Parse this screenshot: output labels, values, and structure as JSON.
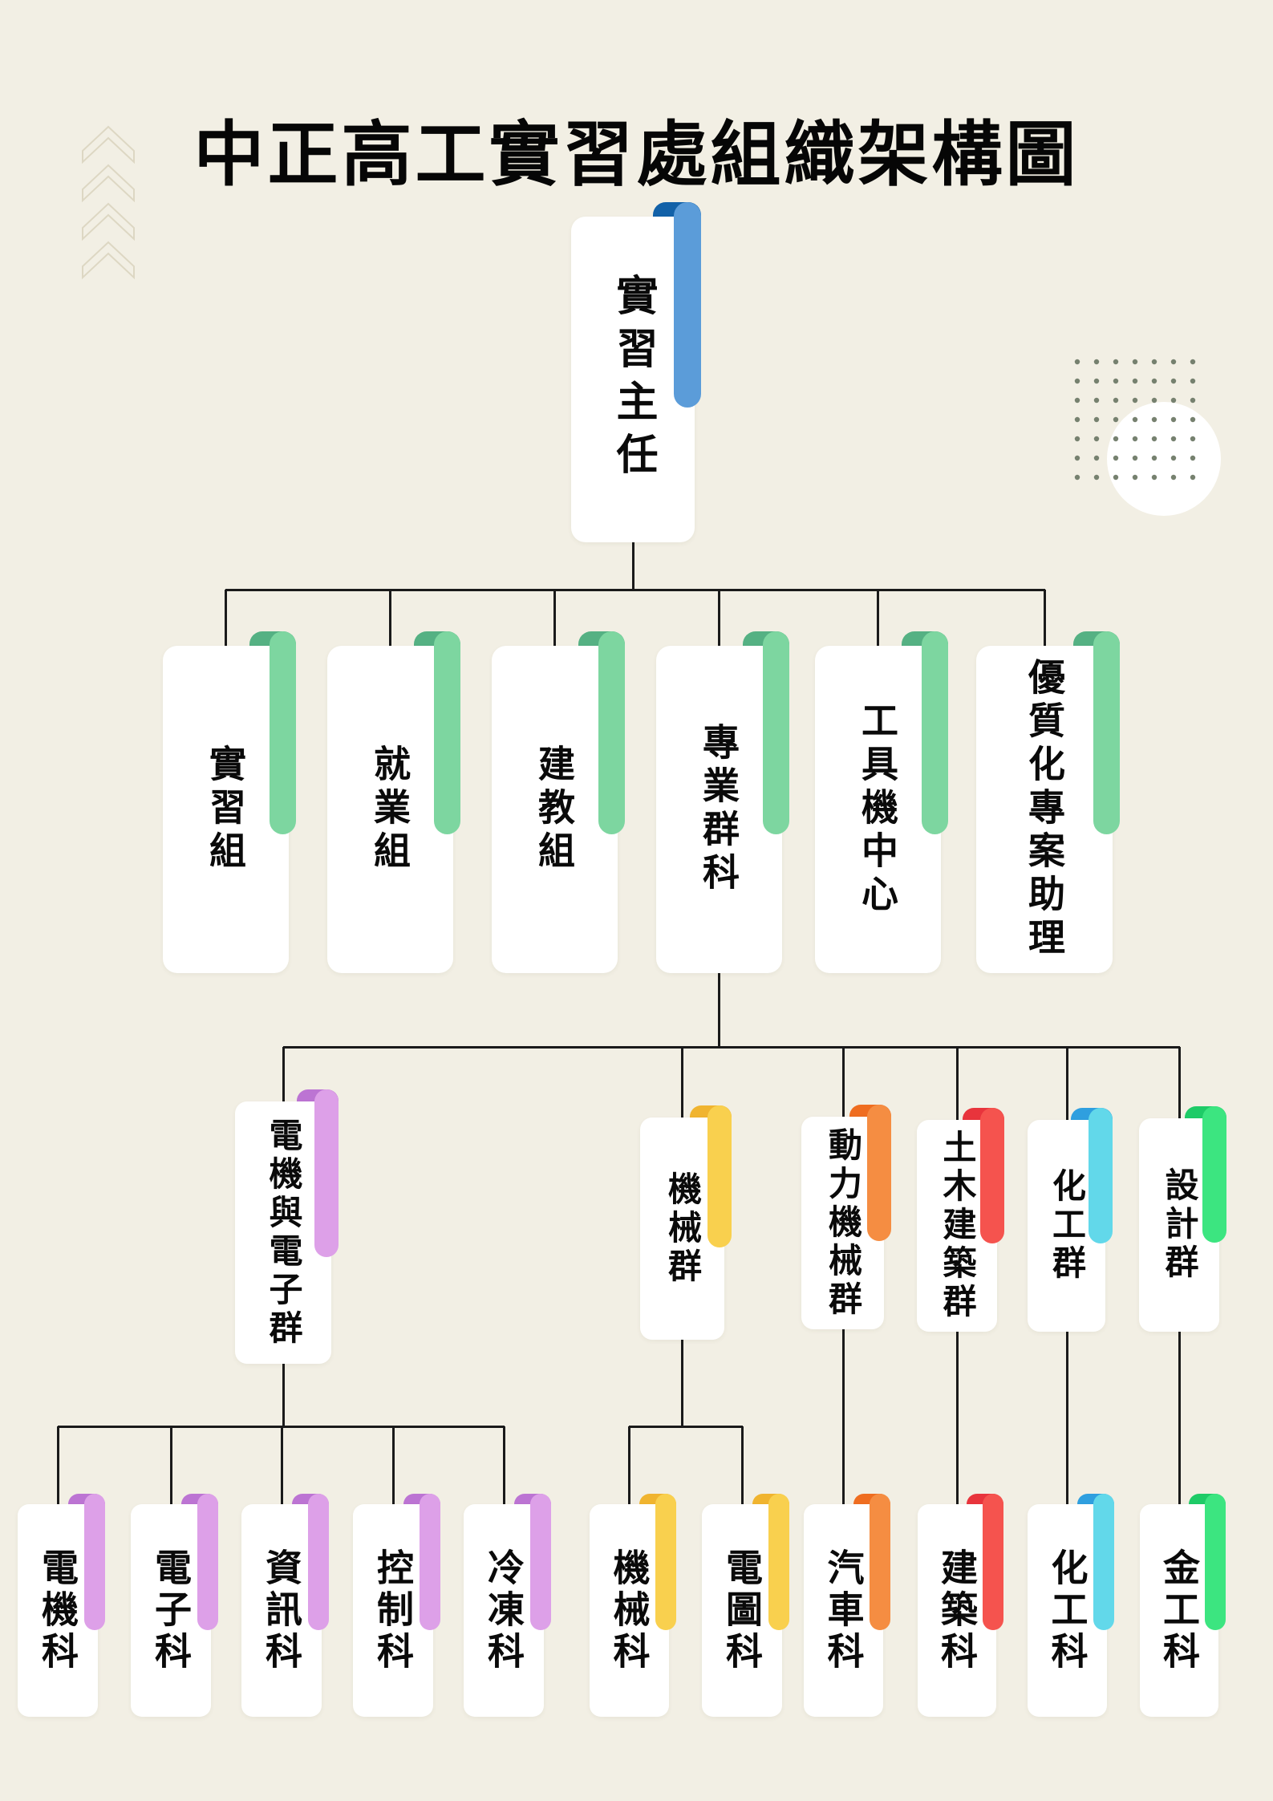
{
  "title": "中正高工實習處組織架構圖",
  "colors": {
    "background": "#f2efe4",
    "card": "#ffffff",
    "text": "#0a0a0a",
    "line": "#1a1a1a",
    "decor_dot": "#76816f",
    "decor_chevron": "#ddd7c3",
    "accents": {
      "blue": {
        "light": "#5b9cd9",
        "dark": "#1261a8"
      },
      "green": {
        "light": "#7dd6a0",
        "dark": "#55b183"
      },
      "purple": {
        "light": "#dda0e8",
        "dark": "#bc74d3"
      },
      "yellow": {
        "light": "#f9d04e",
        "dark": "#f0b42f"
      },
      "orange": {
        "light": "#f58d42",
        "dark": "#ef6d20"
      },
      "red": {
        "light": "#f5534e",
        "dark": "#e8343c"
      },
      "cyan": {
        "light": "#62d8ea",
        "dark": "#2f9fdf"
      },
      "mint": {
        "light": "#3ce580",
        "dark": "#1ecb67"
      }
    }
  },
  "org": {
    "director": {
      "label": "實習主任",
      "accent": "blue"
    },
    "divisions": [
      {
        "label": "實習組",
        "accent": "green"
      },
      {
        "label": "就業組",
        "accent": "green"
      },
      {
        "label": "建教組",
        "accent": "green"
      },
      {
        "label": "專業群科",
        "accent": "green"
      },
      {
        "label": "工具機中心",
        "accent": "green"
      },
      {
        "label": "優質化專案助理",
        "accent": "green"
      }
    ],
    "groups": [
      {
        "label": "電機與電子群",
        "accent": "purple"
      },
      {
        "label": "機械群",
        "accent": "yellow"
      },
      {
        "label": "動力機械群",
        "accent": "orange"
      },
      {
        "label": "土木建築群",
        "accent": "red"
      },
      {
        "label": "化工群",
        "accent": "cyan"
      },
      {
        "label": "設計群",
        "accent": "mint"
      }
    ],
    "departments": [
      {
        "label": "電機科",
        "accent": "purple"
      },
      {
        "label": "電子科",
        "accent": "purple"
      },
      {
        "label": "資訊科",
        "accent": "purple"
      },
      {
        "label": "控制科",
        "accent": "purple"
      },
      {
        "label": "冷凍科",
        "accent": "purple"
      },
      {
        "label": "機械科",
        "accent": "yellow"
      },
      {
        "label": "電圖科",
        "accent": "yellow"
      },
      {
        "label": "汽車科",
        "accent": "orange"
      },
      {
        "label": "建築科",
        "accent": "red"
      },
      {
        "label": "化工科",
        "accent": "cyan"
      },
      {
        "label": "金工科",
        "accent": "mint"
      }
    ]
  }
}
